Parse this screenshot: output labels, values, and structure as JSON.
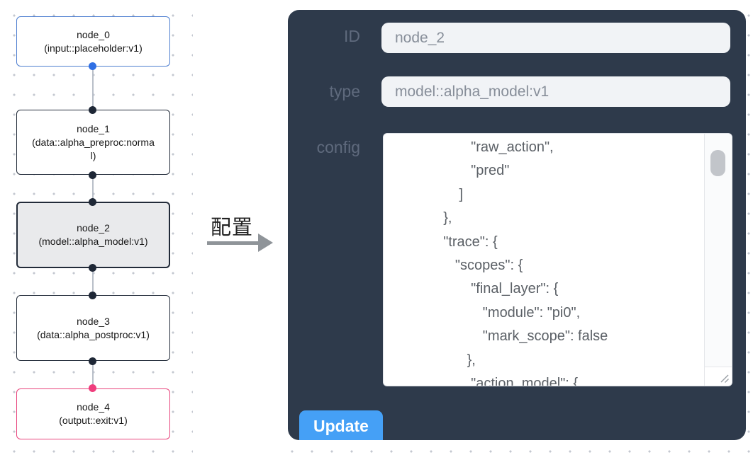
{
  "flow": {
    "nodes": [
      {
        "id": "node_0",
        "type_text": "(input::placeholder:v1)",
        "role": "input"
      },
      {
        "id": "node_1",
        "type_text": "(data::alpha_preproc:normal)",
        "role": "processor"
      },
      {
        "id": "node_2",
        "type_text": "(model::alpha_model:v1)",
        "role": "model-selected"
      },
      {
        "id": "node_3",
        "type_text": "(data::alpha_postproc:v1)",
        "role": "processor"
      },
      {
        "id": "node_4",
        "type_text": "(output::exit:v1)",
        "role": "output"
      }
    ]
  },
  "annotation": {
    "label": "配置"
  },
  "panel": {
    "fields": {
      "id": {
        "label": "ID",
        "value": "node_2"
      },
      "type": {
        "label": "type",
        "value": "model::alpha_model:v1"
      },
      "config": {
        "label": "config",
        "value": "                    \"raw_action\",\n                    \"pred\"\n                 ]\n             },\n             \"trace\": {\n                \"scopes\": {\n                    \"final_layer\": {\n                       \"module\": \"pi0\",\n                       \"mark_scope\": false\n                   },\n                    \"action_model\": {"
      }
    },
    "update_label": "Update"
  },
  "colors": {
    "panel_bg": "#2e3a4b",
    "input_bg": "#f1f3f6",
    "accent_button_blue": "#45a0f6",
    "node_border_default": "#222b39",
    "node_border_input_blue": "#4e7fd0",
    "node_border_output_pink": "#e8437c",
    "selected_node_bg": "#e9eaec",
    "handle_dot_dark": "#1e2736",
    "handle_dot_blue": "#2f6fe4",
    "handle_dot_pink": "#ef3e7d",
    "edge_gray": "#b9bfc9",
    "canvas_dot": "#c4c8d0"
  }
}
